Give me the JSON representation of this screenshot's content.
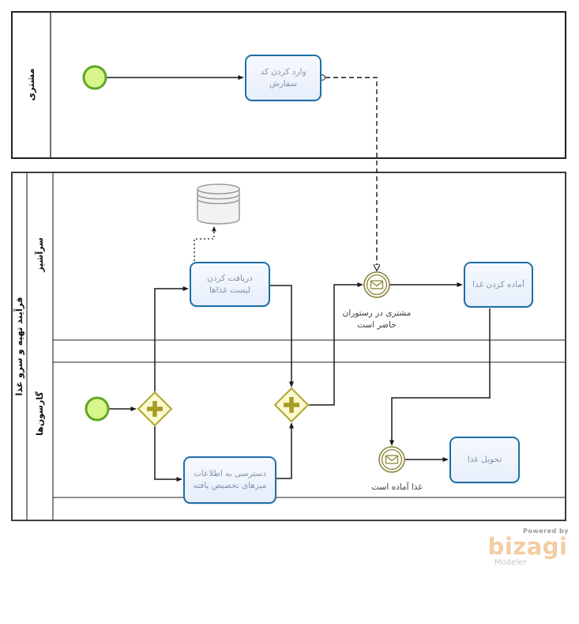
{
  "pools": {
    "customer": {
      "label": "مشتری"
    },
    "process": {
      "label": "فرآیند تهیه و سرو غذا",
      "lanes": {
        "chef": {
          "label": "سرآشپز"
        },
        "waiters": {
          "label": "گارسون‌ها"
        }
      }
    }
  },
  "tasks": {
    "enter_order_code": {
      "label": "وارد کردن کد سفارش"
    },
    "receive_food_list": {
      "label": "دریافت کردن لیست غذاها"
    },
    "prepare_food": {
      "label": "آماده کردن غذا"
    },
    "access_table_info": {
      "label": "دسترسی به اطلاعات میزهای تخصیص یافته"
    },
    "deliver_food": {
      "label": "تحویل غذا"
    }
  },
  "events": {
    "customer_present": {
      "label": "مشتری در رستوران حاضر است",
      "type": "message-intermediate"
    },
    "food_ready": {
      "label": "غذا آماده است",
      "type": "message-intermediate"
    }
  },
  "gateways": {
    "split": {
      "type": "parallel"
    },
    "join": {
      "type": "parallel"
    }
  },
  "data_store": {
    "type": "data-store"
  },
  "watermark": {
    "powered_by": "Powered by",
    "brand": "bizagi",
    "product": "Modeler"
  },
  "colors": {
    "task_border": "#1e6fa7",
    "task_fill": "#e9effb",
    "task_text": "#8593a9",
    "start_event_fill": "#d9f68c",
    "start_event_border": "#5fa823",
    "gateway_fill": "#fbf9cf",
    "gateway_border": "#b0a52e",
    "gateway_marker": "#a89b25",
    "message_event": "#8b8440",
    "pool_border": "#333333",
    "flow": "#1a1a1a",
    "watermark_brand": "#f2cda2"
  }
}
